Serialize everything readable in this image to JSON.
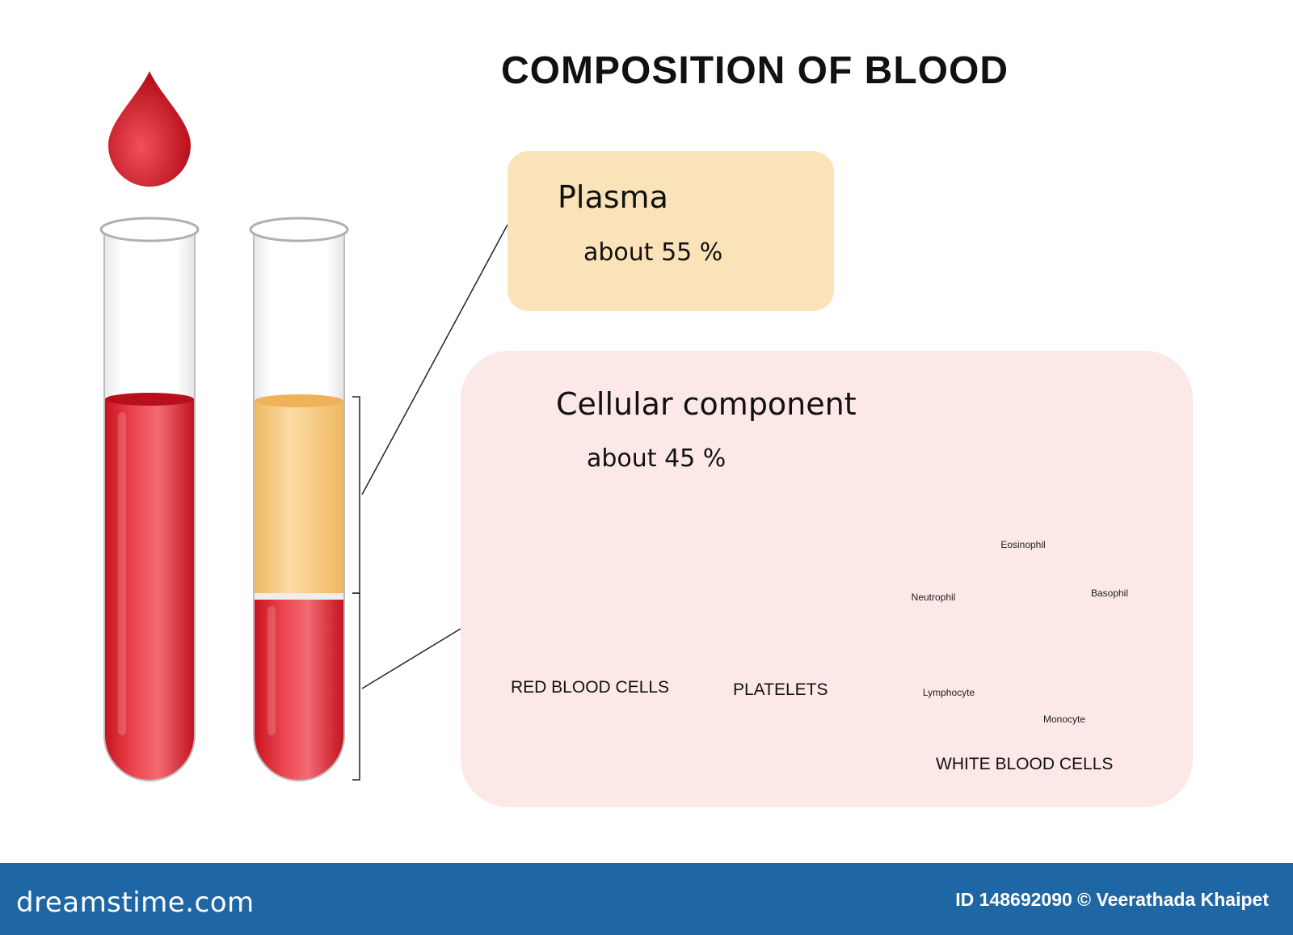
{
  "title": "COMPOSITION OF BLOOD",
  "plasma": {
    "label": "Plasma",
    "percent": "about 55 %"
  },
  "cellular": {
    "label": "Cellular component",
    "percent": "about 45 %"
  },
  "groups": {
    "red_blood_cells": "RED BLOOD CELLS",
    "platelets": "PLATELETS",
    "white_blood_cells": "WHITE BLOOD CELLS"
  },
  "white_cell_types": {
    "eosinophil": "Eosinophil",
    "neutrophil": "Neutrophil",
    "basophil": "Basophil",
    "lymphocyte": "Lymphocyte",
    "monocyte": "Monocyte"
  },
  "colors": {
    "blood_red": "#d9202c",
    "plasma_yellow": "#f7cf86",
    "plasma_box": "#fbe3b9",
    "cell_box": "#fce8e6",
    "wbc_cytoplasm": "#e0c2f0",
    "wbc_nucleus": "#7a2fc8",
    "platelet": "#ee7a4a",
    "footer": "#1f66a4"
  },
  "footer": {
    "brand": "dreamstime.com",
    "credit": "ID 148692090 © Veerathada Khaipet"
  }
}
